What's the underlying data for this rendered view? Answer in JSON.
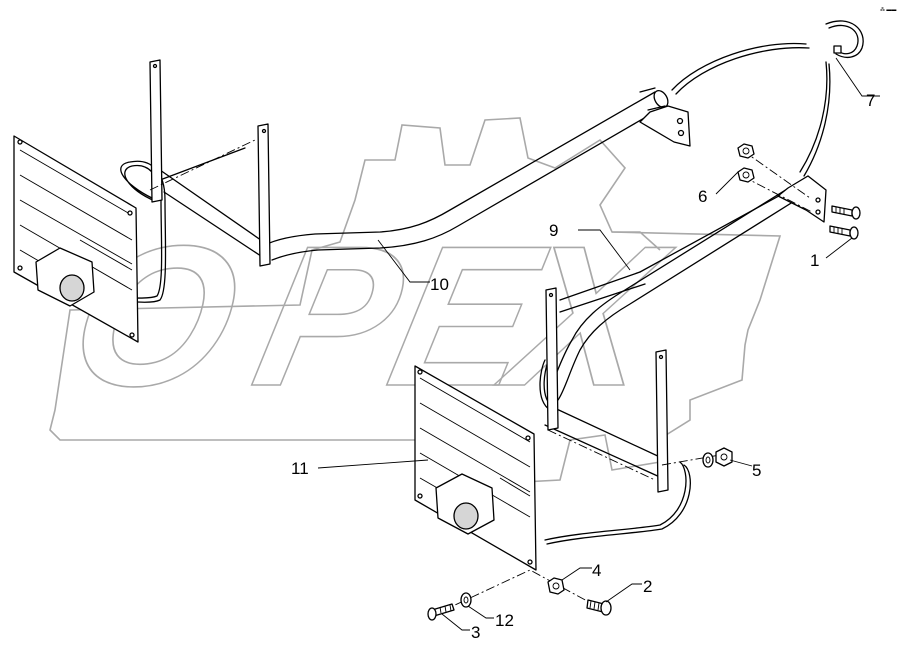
{
  "diagram": {
    "watermark": "OPEX",
    "corner_mark": "⁂ ▬▬",
    "callouts": [
      {
        "id": "1",
        "label": "1"
      },
      {
        "id": "2",
        "label": "2"
      },
      {
        "id": "3",
        "label": "3"
      },
      {
        "id": "4",
        "label": "4"
      },
      {
        "id": "5",
        "label": "5"
      },
      {
        "id": "6",
        "label": "6"
      },
      {
        "id": "7",
        "label": "7"
      },
      {
        "id": "9",
        "label": "9"
      },
      {
        "id": "10",
        "label": "10"
      },
      {
        "id": "11",
        "label": "11"
      },
      {
        "id": "12",
        "label": "12"
      }
    ],
    "colors": {
      "line": "#000000",
      "watermark": "#a9a9a9",
      "background": "#ffffff"
    }
  }
}
